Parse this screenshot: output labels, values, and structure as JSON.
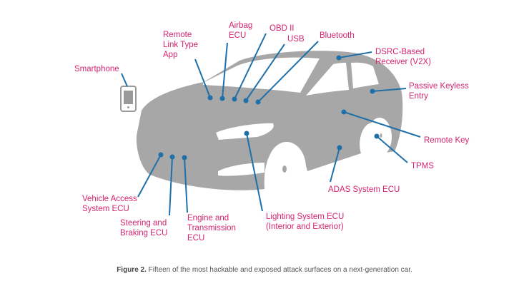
{
  "labels": {
    "remote_link": "Remote\nLink Type\nApp",
    "airbag": "Airbag\nECU",
    "obd": "OBD II",
    "usb": "USB",
    "bluetooth": "Bluetooth",
    "dsrc": "DSRC-Based\nReceiver (V2X)",
    "passive_keyless": "Passive Keyless\nEntry",
    "remote_key": "Remote Key",
    "tpms": "TPMS",
    "adas": "ADAS System ECU",
    "lighting": "Lighting System ECU\n(Interior and Exterior)",
    "engine": "Engine and\nTransmission\nECU",
    "steering": "Steering and\nBraking ECU",
    "vehicle_access": "Vehicle Access\nSystem ECU",
    "smartphone": "Smartphone"
  },
  "caption": {
    "prefix": "Figure 2.",
    "text": " Fifteen of the most hackable and exposed attack surfaces on a next-generation car."
  },
  "colors": {
    "label": "#d6246e",
    "line": "#1f6fa8",
    "car": "#a7a7a7"
  }
}
